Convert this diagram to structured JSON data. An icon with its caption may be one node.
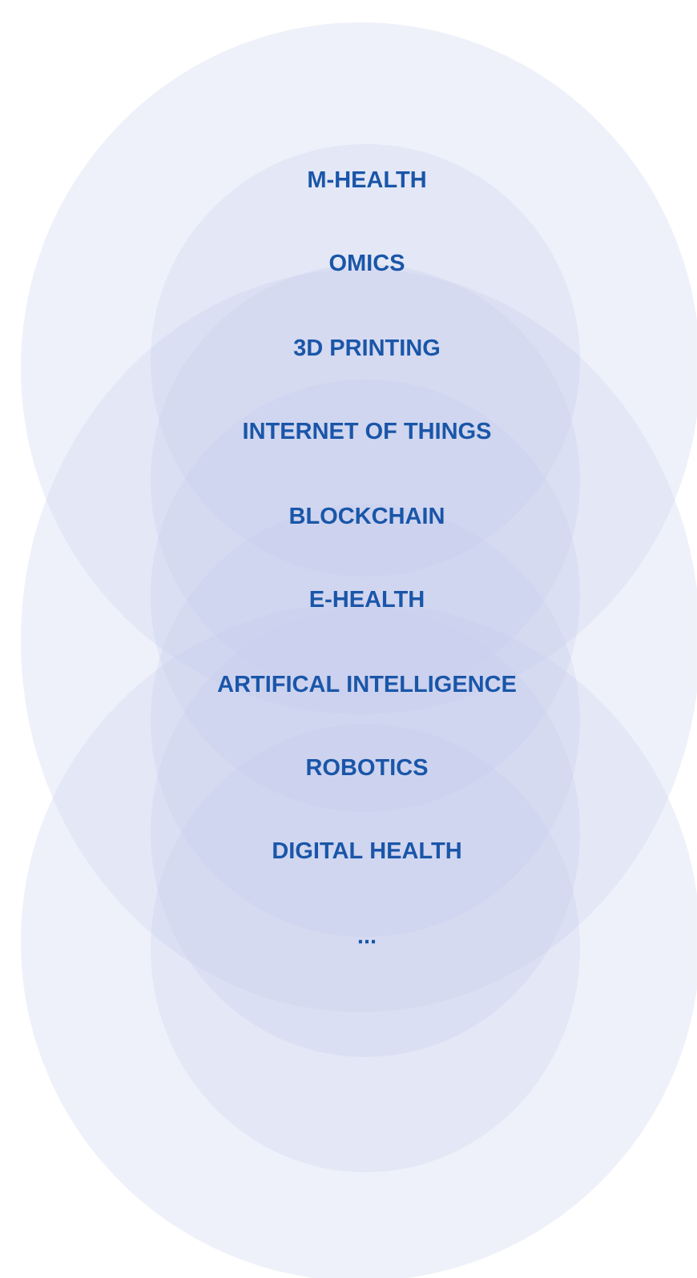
{
  "diagram": {
    "labels": [
      "M-HEALTH",
      "OMICS",
      "3D PRINTING",
      "INTERNET OF THINGS",
      "BLOCKCHAIN",
      "E-HEALTH",
      "ARTIFICAL INTELLIGENCE",
      "ROBOTICS",
      "DIGITAL HEALTH",
      "..."
    ]
  }
}
